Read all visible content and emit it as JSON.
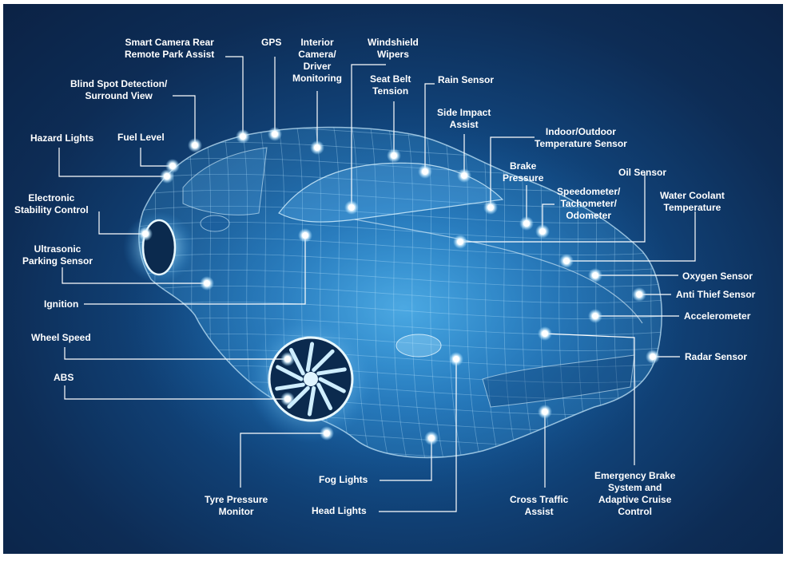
{
  "diagram": {
    "labels": [
      {
        "id": "smart-camera",
        "lines": [
          "Smart Camera Rear",
          "Remote Park Assist"
        ]
      },
      {
        "id": "gps",
        "lines": [
          "GPS"
        ]
      },
      {
        "id": "interior-camera",
        "lines": [
          "Interior",
          "Camera/",
          "Driver",
          "Monitoring"
        ]
      },
      {
        "id": "windshield-wipers",
        "lines": [
          "Windshield",
          "Wipers"
        ]
      },
      {
        "id": "seat-belt-tension",
        "lines": [
          "Seat Belt",
          "Tension"
        ]
      },
      {
        "id": "rain-sensor",
        "lines": [
          "Rain Sensor"
        ]
      },
      {
        "id": "blind-spot",
        "lines": [
          "Blind Spot Detection/",
          "Surround View"
        ]
      },
      {
        "id": "side-impact-assist",
        "lines": [
          "Side Impact",
          "Assist"
        ]
      },
      {
        "id": "hazard-lights",
        "lines": [
          "Hazard Lights"
        ]
      },
      {
        "id": "fuel-level",
        "lines": [
          "Fuel Level"
        ]
      },
      {
        "id": "temperature-sensor",
        "lines": [
          "Indoor/Outdoor",
          "Temperature Sensor"
        ]
      },
      {
        "id": "brake-pressure",
        "lines": [
          "Brake",
          "Pressure"
        ]
      },
      {
        "id": "oil-sensor",
        "lines": [
          "Oil Sensor"
        ]
      },
      {
        "id": "stability-control",
        "lines": [
          "Electronic",
          "Stability Control"
        ]
      },
      {
        "id": "speedometer",
        "lines": [
          "Speedometer/",
          "Tachometer/",
          "Odometer"
        ]
      },
      {
        "id": "water-coolant",
        "lines": [
          "Water Coolant",
          "Temperature"
        ]
      },
      {
        "id": "ultrasonic-parking",
        "lines": [
          "Ultrasonic",
          "Parking Sensor"
        ]
      },
      {
        "id": "oxygen-sensor",
        "lines": [
          "Oxygen Sensor"
        ]
      },
      {
        "id": "ignition",
        "lines": [
          "Ignition"
        ]
      },
      {
        "id": "anti-thief-sensor",
        "lines": [
          "Anti Thief Sensor"
        ]
      },
      {
        "id": "accelerometer",
        "lines": [
          "Accelerometer"
        ]
      },
      {
        "id": "wheel-speed",
        "lines": [
          "Wheel Speed"
        ]
      },
      {
        "id": "radar-sensor",
        "lines": [
          "Radar Sensor"
        ]
      },
      {
        "id": "abs",
        "lines": [
          "ABS"
        ]
      },
      {
        "id": "emergency-brake",
        "lines": [
          "Emergency Brake",
          "System and",
          "Adaptive Cruise",
          "Control"
        ]
      },
      {
        "id": "fog-lights",
        "lines": [
          "Fog Lights"
        ]
      },
      {
        "id": "tyre-pressure",
        "lines": [
          "Tyre Pressure",
          "Monitor"
        ]
      },
      {
        "id": "cross-traffic",
        "lines": [
          "Cross Traffic",
          "Assist"
        ]
      },
      {
        "id": "head-lights",
        "lines": [
          "Head Lights"
        ]
      }
    ]
  }
}
